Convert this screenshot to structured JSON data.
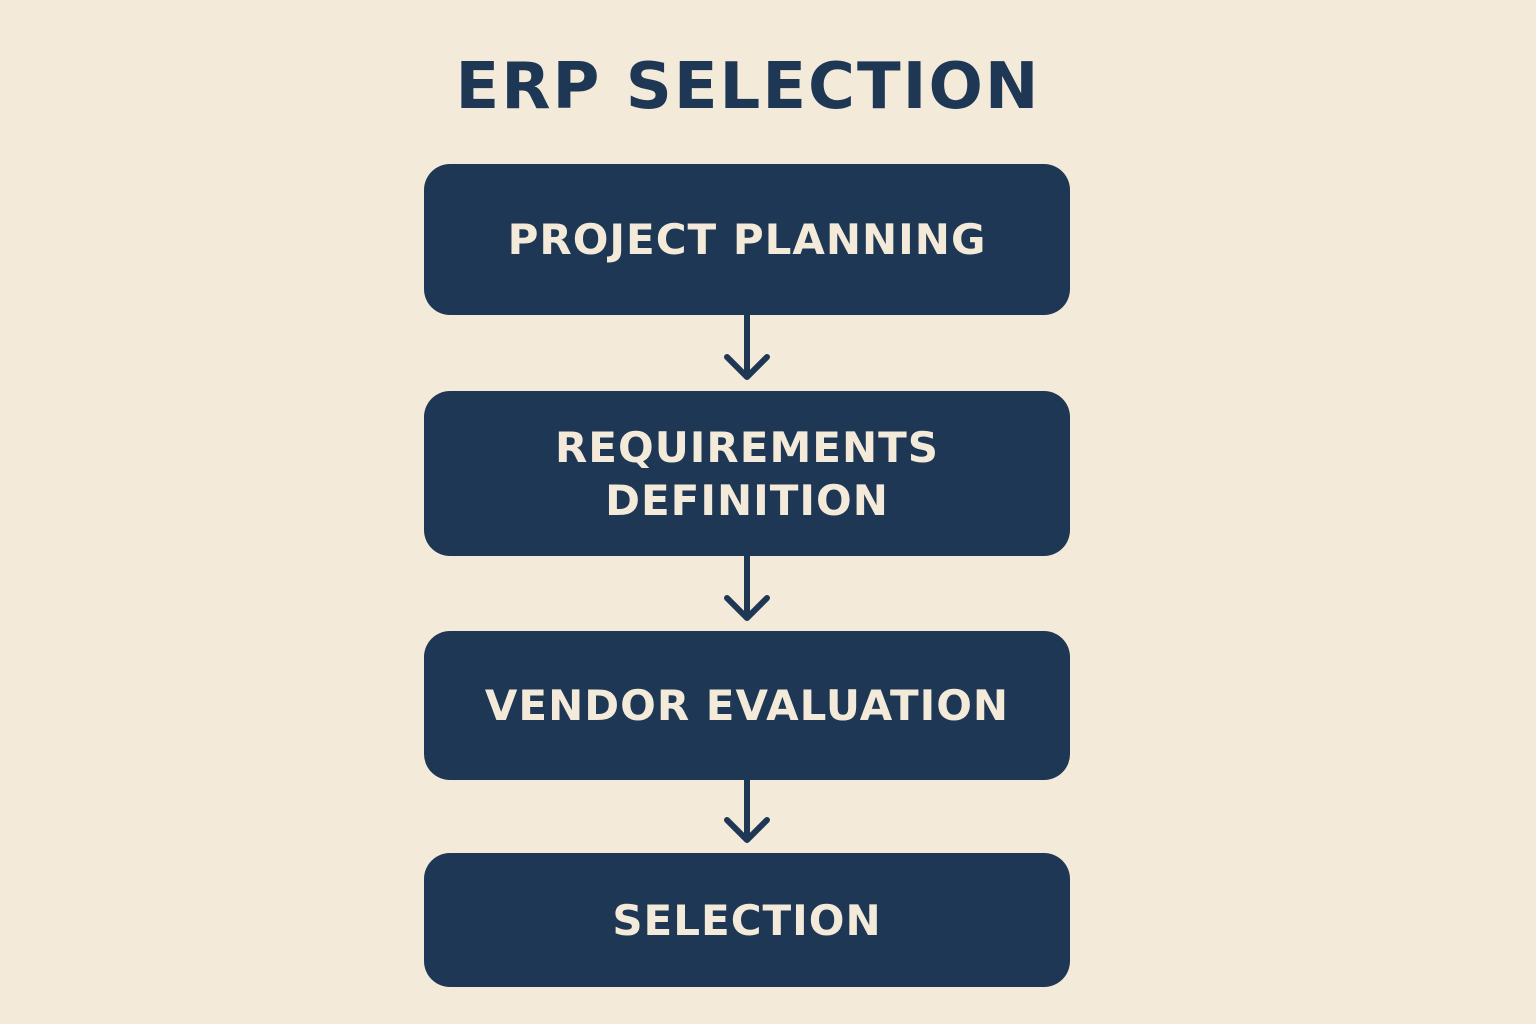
{
  "title": "ERP SELECTION",
  "steps": [
    {
      "label": "PROJECT PLANNING"
    },
    {
      "label": "REQUIREMENTS\nDEFINITION"
    },
    {
      "label": "VENDOR EVALUATION"
    },
    {
      "label": "SELECTION"
    }
  ],
  "colors": {
    "background": "#f4ead9",
    "box": "#1e3754",
    "text": "#f4ead9"
  }
}
